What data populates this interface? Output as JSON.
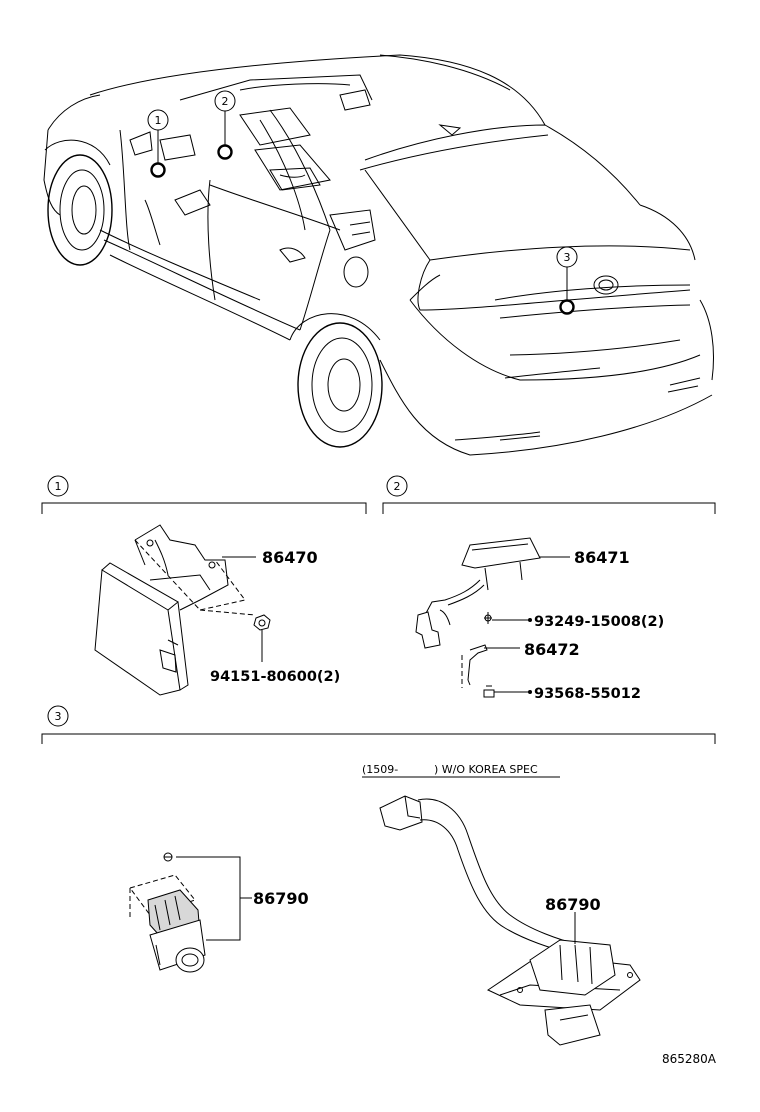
{
  "callouts": {
    "c1": "1",
    "c2": "2",
    "c3": "3"
  },
  "sections": {
    "s1": {
      "number": "1",
      "parts": {
        "unit": "86470",
        "nut": "94151-80600(2)"
      }
    },
    "s2": {
      "number": "2",
      "parts": {
        "housing": "86471",
        "screw1": "93249-15008(2)",
        "bracket": "86472",
        "screw2": "93568-55012"
      }
    },
    "s3": {
      "number": "3",
      "parts": {
        "camera_left": "86790",
        "camera_right": "86790"
      },
      "note_code": "(1509-",
      "note_spec": ") W/O KOREA SPEC"
    }
  },
  "figure_code": "865280A"
}
